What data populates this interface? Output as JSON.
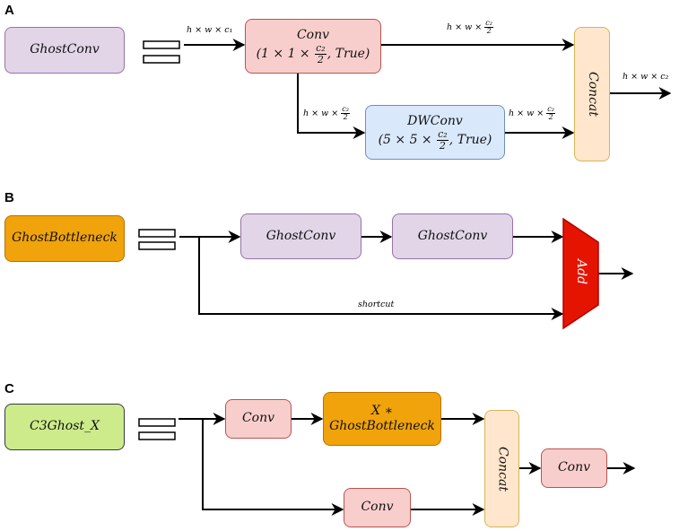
{
  "panels": {
    "a": {
      "letter": "A",
      "name": "GhostConv",
      "conv_label": "Conv",
      "conv_params_pre": "(1 × 1 ×",
      "conv_params_post": ", True)",
      "dw_label": "DWConv",
      "dw_params_pre": "(5 × 5 ×",
      "dw_params_post": ", True)",
      "concat": "Concat",
      "frac_num": "c₂",
      "frac_den": "2",
      "dim_in": "h × w × c₁",
      "dim_pre": "h × w ×",
      "dim_out": "h × w × c₂"
    },
    "b": {
      "letter": "B",
      "name": "GhostBottleneck",
      "ghost1": "GhostConv",
      "ghost2": "GhostConv",
      "add": "Add",
      "shortcut": "shortcut"
    },
    "c": {
      "letter": "C",
      "name": "C3Ghost_X",
      "conv1": "Conv",
      "bottleneck_line1": "X ∗",
      "bottleneck_line2": "GhostBottleneck",
      "conv2": "Conv",
      "concat": "Concat",
      "conv_out": "Conv"
    }
  }
}
